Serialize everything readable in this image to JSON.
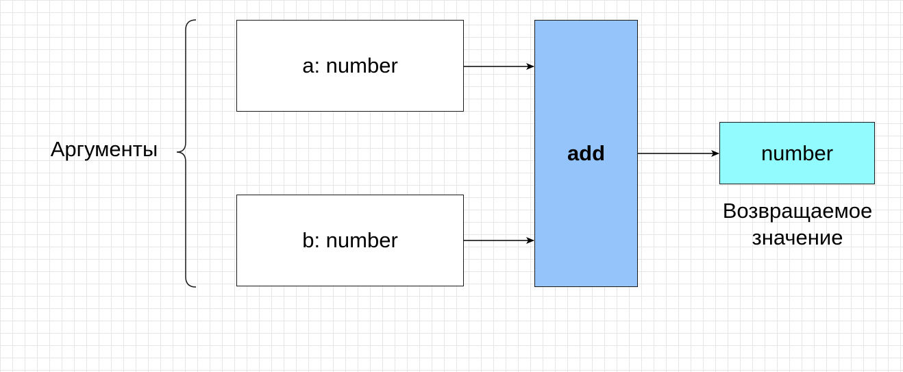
{
  "diagram": {
    "nodes": {
      "arg_a": {
        "label": "a: number"
      },
      "arg_b": {
        "label": "b: number"
      },
      "function": {
        "label": "add",
        "fill": "#94c4fa"
      },
      "return_type": {
        "label": "number",
        "fill": "#92fbfd"
      }
    },
    "annotations": {
      "arguments": "Аргументы",
      "return_value": "Возвращаемое значение"
    },
    "edges": [
      {
        "from": "arg_a",
        "to": "function"
      },
      {
        "from": "arg_b",
        "to": "function"
      },
      {
        "from": "function",
        "to": "return_type"
      }
    ],
    "colors": {
      "function_fill": "#94c4fa",
      "return_fill": "#92fbfd",
      "grid": "#e6e6e6",
      "stroke": "#1a1a1a"
    }
  }
}
